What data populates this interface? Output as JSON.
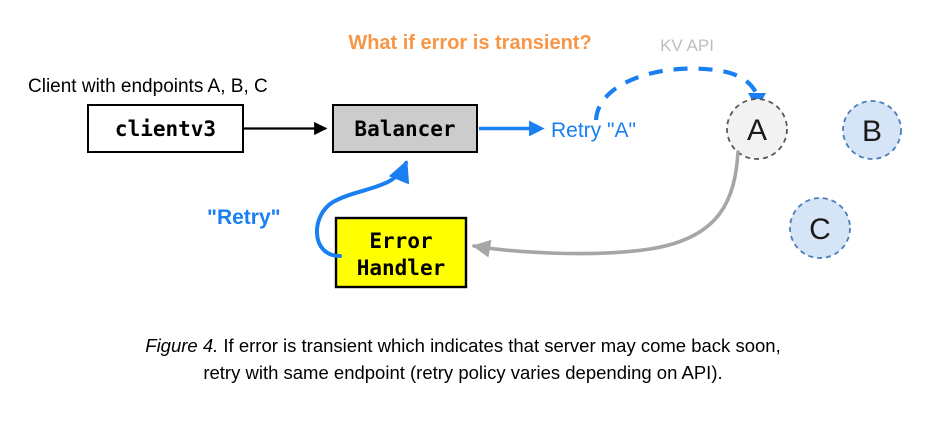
{
  "figure": {
    "title_question": "What if error is transient?",
    "api_label": "KV API",
    "client_note": "Client with endpoints A, B, C",
    "caption_prefix": "Figure 4.",
    "caption_line1": " If error is transient which indicates that server may come back soon,",
    "caption_line2": "retry with same endpoint (retry policy varies depending on API)."
  },
  "nodes": {
    "client": {
      "label": "clientv3",
      "fill": "#ffffff",
      "stroke": "#000000"
    },
    "balancer": {
      "label": "Balancer",
      "fill": "#CCCCCC",
      "stroke": "#000000"
    },
    "error_handler": {
      "label_line1": "Error",
      "label_line2": "Handler",
      "fill": "#FFFF00",
      "stroke": "#000000"
    }
  },
  "endpoints": [
    {
      "id": "A",
      "label": "A",
      "fill": "#F2F2F2",
      "stroke": "#595959",
      "state": "selected-retry"
    },
    {
      "id": "B",
      "label": "B",
      "fill": "#D6E4F7",
      "stroke": "#4A7EBB",
      "state": "idle"
    },
    {
      "id": "C",
      "label": "C",
      "fill": "#D6E4F7",
      "stroke": "#4A7EBB",
      "state": "idle"
    }
  ],
  "edges": {
    "client_to_balancer": {
      "label": "",
      "color": "#000000",
      "style": "solid"
    },
    "balancer_to_retry": {
      "label": "Retry \"A\"",
      "color": "#1A7FF0",
      "style": "solid"
    },
    "retry_to_endpoint_a": {
      "label": "",
      "color": "#1A7FF0",
      "style": "dashed"
    },
    "endpoint_a_to_error_handler": {
      "label": "",
      "color": "#A6A6A6",
      "style": "solid"
    },
    "error_handler_to_balancer": {
      "label": "\"Retry\"",
      "color": "#1A7FF0",
      "style": "solid"
    }
  },
  "colors": {
    "accent_orange": "#F79646",
    "accent_blue": "#1A7FF0",
    "gray_arrow": "#A6A6A6",
    "gray_text": "#BFBFBF"
  }
}
